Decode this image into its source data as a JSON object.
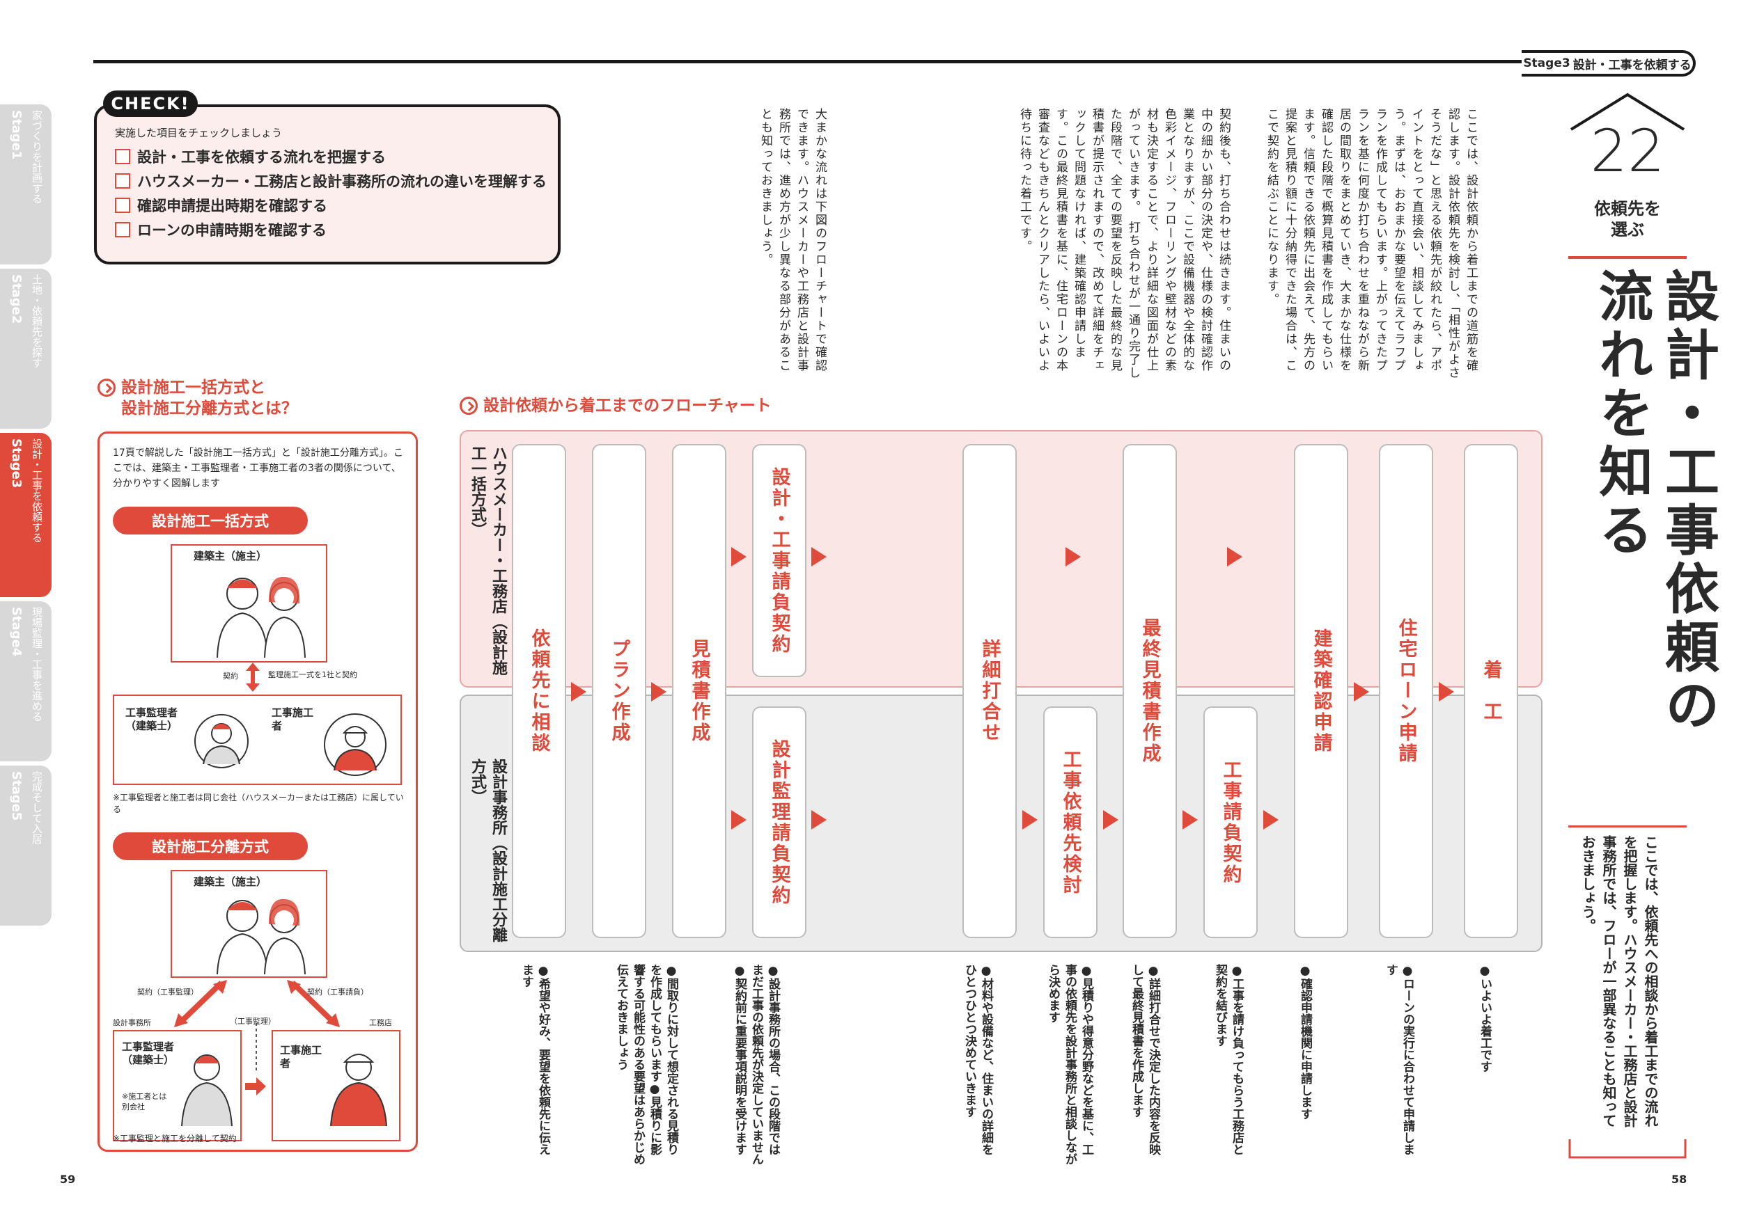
{
  "header": {
    "stage_label": "Stage3",
    "stage_title": "設計・工事を依頼する"
  },
  "sidebar": {
    "tabs": [
      {
        "stage": "Stage1",
        "text": "家づくりを計画する"
      },
      {
        "stage": "Stage2",
        "text": "土地・依頼先を探す"
      },
      {
        "stage": "Stage3",
        "text": "設計・工事を依頼する"
      },
      {
        "stage": "Stage4",
        "text": "現場監理・工事を進める"
      },
      {
        "stage": "Stage5",
        "text": "完成そして入居"
      }
    ]
  },
  "check": {
    "badge": "CHECK!",
    "intro": "実施した項目をチェックしましょう",
    "items": [
      "設計・工事を依頼する流れを把握する",
      "ハウスメーカー・工務店と設計事務所の流れの違いを理解する",
      "確認申請提出時期を確認する",
      "ローンの申請時期を確認する"
    ]
  },
  "methods": {
    "heading_line1": "設計施工一括方式と",
    "heading_line2": "設計施工分離方式とは？",
    "intro": "17頁で解説した「設計施工一括方式」と「設計施工分離方式」。ここでは、建築主・工事監理者・工事施工者の3者の関係について、分かりやすく図解します",
    "ikkatsu": {
      "title": "設計施工一括方式",
      "owner": "建築主（施主）",
      "contract": "契約",
      "contract_note": "監理施工一式を1社と契約",
      "supervisor": "工事監理者（建築士）",
      "builder": "工事施工者",
      "note": "※工事監理者と施工者は同じ会社（ハウスメーカーまたは工務店）に属している"
    },
    "bunri": {
      "title": "設計施工分離方式",
      "owner": "建築主（施主）",
      "contract_left": "契約（工事監理）",
      "contract_right": "契約（工事請負）",
      "office_left": "設計事務所",
      "office_right": "工務店",
      "middle": "（工事監理）",
      "supervisor": "工事監理者（建築士）",
      "supervisor_note": "※施工者とは別会社",
      "builder": "工事施工者",
      "note": "※工事監理と施工を分離して契約"
    }
  },
  "body_text": {
    "columns": [
      "ここでは、設計依頼から着工までの道筋を確認します。設計依頼先を検討し、「相性がよさそうだな」と思える依頼先が絞れたら、アポイントをとって直接会い、相談してみましょう。まずは、おおまかな要望を伝えてラフプランを作成してもらいます。上がってきたプランを基に何度か打ち合わせを重ねながら新居の間取りをまとめていき、大まかな仕様を確認した段階で概算見積書を作成してもらいます。信頼できる依頼先に出会えて、先方の提案と見積り額に十分納得できた場合は、ここで契約を結ぶことになります。",
      "契約後も、打ち合わせは続きます。住まいの中の細かい部分の決定や、仕様の検討確認作業となりますが、ここで設備機器や全体的な色彩イメージ、フローリングや壁材などの素材も決定することで、より詳細な図面が仕上がっていきます。",
      "打ち合わせが一通り完了した段階で、全ての要望を反映した最終的な見積書が提示されますので、改めて詳細をチェックして問題なければ、建築確認申請します。この最終見積書を基に、住宅ローンの本審査などもきちんとクリアしたら、いよいよ待ちに待った着工です。",
      "大まかな流れは下図のフローチャートで確認できます。ハウスメーカーや工務店と設計事務所では、進め方が少し異なる部分があることも知っておきましょう。"
    ]
  },
  "title_block": {
    "number": "22",
    "subtitle_line1": "依頼先を",
    "subtitle_line2": "選ぶ",
    "title_line1": "設計・工事依頼の",
    "title_line2": "流れを知る",
    "lead": "ここでは、依頼先への相談から着工までの流れを把握します。ハウスメーカー・工務店と設計事務所では、フローが一部異なることも知っておきましょう。"
  },
  "flowchart": {
    "heading": "設計依頼から着工までのフローチャート",
    "row_top": "ハウスメーカー・工務店（設計施工一括方式）",
    "row_bottom": "設計事務所（設計施工分離方式）",
    "steps": [
      {
        "label": "依頼先に相談",
        "desc": "●希望や好み、要望を依頼先に伝えます"
      },
      {
        "label": "プラン作成",
        "desc": ""
      },
      {
        "label": "見積書作成",
        "desc": "●間取りに対して想定される見積りを作成してもらいます●見積りに影響する可能性のある要望はあらかじめ伝えておきましょう"
      },
      {
        "label_top": "設計・工事請負契約",
        "label_bottom": "設計監理請負契約",
        "desc": "●設計事務所の場合、この段階ではまだ工事の依頼先が決定していません●契約前に重要事項説明を受けます"
      },
      {
        "label": "詳細打合せ",
        "desc": "●材料や設備など、住まいの詳細をひとつひとつ決めていきます"
      },
      {
        "label": "工事依頼先検討",
        "desc": "●見積りや得意分野などを基に、工事の依頼先を設計事務所と相談しながら決めます"
      },
      {
        "label": "最終見積書作成",
        "desc": "●詳細打合せで決定した内容を反映して最終見積書を作成します"
      },
      {
        "label": "工事請負契約",
        "desc": "●工事を請け負ってもらう工務店と契約を結びます"
      },
      {
        "label": "建築確認申請",
        "desc": "●確認申請機関に申請します"
      },
      {
        "label": "住宅ローン申請",
        "desc": "●ローンの実行に合わせて申請します"
      },
      {
        "label": "着　工",
        "desc": "●いよいよ着工です"
      }
    ]
  },
  "pages": {
    "left": "59",
    "right": "58"
  },
  "colors": {
    "accent": "#e04a3a",
    "band_top": "#fbe6e6",
    "band_bottom": "#ececec"
  }
}
